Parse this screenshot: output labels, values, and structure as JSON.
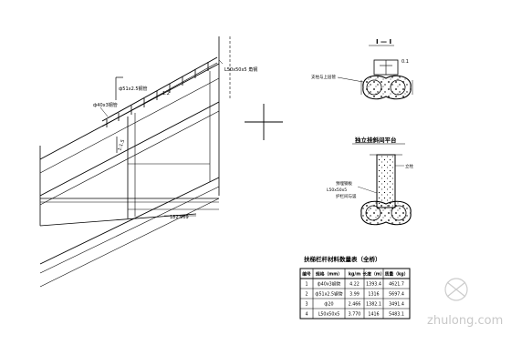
{
  "labels": {
    "pipe1": "ф51x2.5钢管",
    "pipe2": "ф40x3钢管",
    "angle": "L50x50x5 角钢",
    "dim": "1.2",
    "slope": "1:1.5",
    "level": "182.969",
    "section_title": "I — I",
    "section_dim": "0.1",
    "section_note": "支柱与上层管",
    "standalone_title": "独立挂斜间平台",
    "standalone_right": "立柱",
    "standalone_l1": "预埋钢板",
    "standalone_l2": "L50x50x5",
    "standalone_l3": "护栏间与竖"
  },
  "table": {
    "title": "扶梯栏杆材料数量表（全桥）",
    "headers": [
      "编号",
      "规格（mm）",
      "kg/m",
      "长度（m）",
      "质量（kg）"
    ],
    "rows": [
      [
        "1",
        "ф40x3钢管",
        "4.22",
        "1393.4",
        "4621.7"
      ],
      [
        "2",
        "ф51x2.5钢管",
        "3.99",
        "1316",
        "5697.4"
      ],
      [
        "3",
        "ф20",
        "2.466",
        "1382.1",
        "3491.4"
      ],
      [
        "4",
        "L50x50x5",
        "3.770",
        "1416",
        "5483.1"
      ]
    ]
  },
  "watermark": "zhulong.com"
}
